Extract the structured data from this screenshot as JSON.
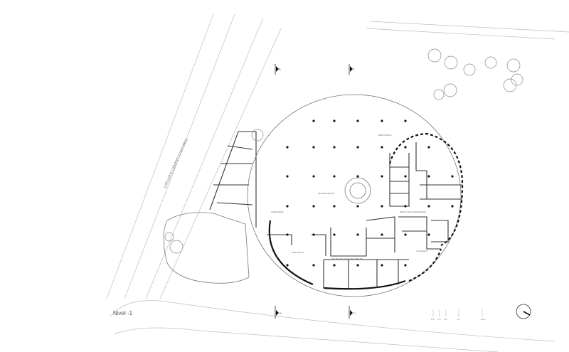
{
  "plan": {
    "level_label": "Nivel -1",
    "road_label": "CIRCUITO CENTRO CULTURAL",
    "section_marks": [
      "B",
      "C"
    ],
    "rooms": [
      "MUSEOGRAFIA",
      "CAFETERIA",
      "SERVICIOS GENERALES",
      "SALON DE USOS MULTIPLES",
      "BIBLIOTECA",
      "TALLERES",
      "VESTIBULO"
    ],
    "scale_labels": [
      "0.0",
      "2.5",
      "5.0",
      "10",
      "20 m"
    ]
  }
}
